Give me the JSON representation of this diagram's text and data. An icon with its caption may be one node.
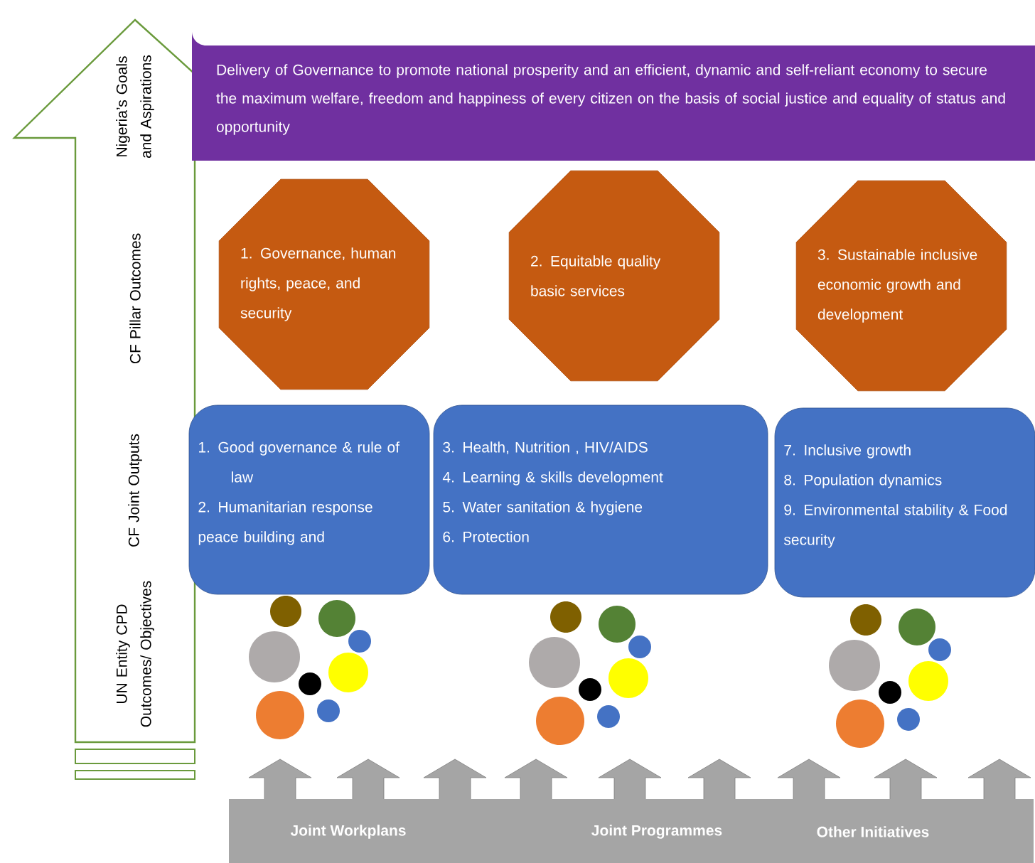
{
  "diagram": {
    "nodes": [
      {
        "text": [
          "Nigeria’s Goals and Aspirations",
          "CF Pillar Outcomes",
          "CF Joint Outputs",
          "UN Entity CPD Outcomes/ Objectives"
        ]
      },
      {
        "text": [
          "Delivery of Governance to promote national prosperity and an efficient, dynamic and self-reliant economy to secure the maximum welfare, freedom and happiness of every citizen on the basis of social justice and equality of status and opportunity"
        ]
      },
      {
        "text": [
          "1. Governance, human rights, peace, and security"
        ]
      },
      {
        "text": [
          "2. Equitable quality basic services"
        ]
      },
      {
        "text": [
          "3. Sustainable inclusive economic growth and development"
        ]
      },
      {
        "text": [
          "1. Good governance & rule of law",
          "2. Humanitarian response peace building and"
        ]
      },
      {
        "text": [
          "3. Health, Nutrition , HIV/AIDS",
          "4. Learning & skills development",
          "5. Water sanitation & hygiene",
          "6. Protection"
        ]
      },
      {
        "text": [
          "7. Inclusive growth",
          "8. Population dynamics",
          "9. Environmental stability & Food security"
        ]
      },
      {
        "text": [
          "Joint Workplans",
          "Joint Programmes",
          "Other Initiatives"
        ]
      }
    ]
  }
}
